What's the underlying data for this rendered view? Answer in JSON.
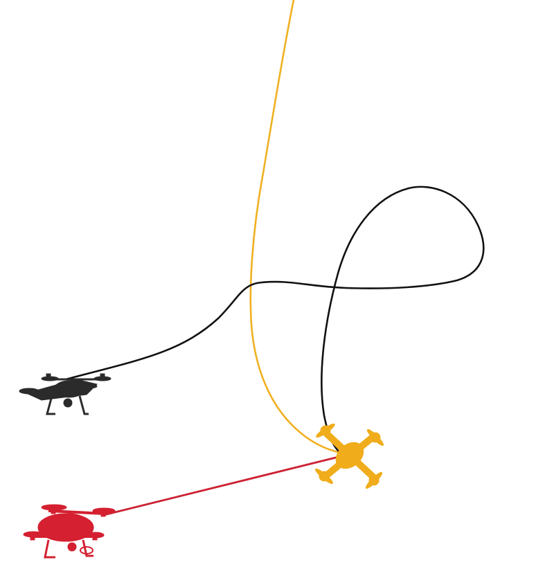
{
  "scene": {
    "trajectories": [
      {
        "name": "yellow-drone-path",
        "color": "#f0b020"
      },
      {
        "name": "black-drone-path",
        "color": "#111111"
      },
      {
        "name": "red-drone-path",
        "color": "#cc2233"
      }
    ],
    "drones": [
      {
        "name": "black-drone",
        "color": "#2b2b2b"
      },
      {
        "name": "yellow-drone",
        "color": "#f0ac1a"
      },
      {
        "name": "red-drone",
        "color": "#d42030"
      }
    ]
  }
}
